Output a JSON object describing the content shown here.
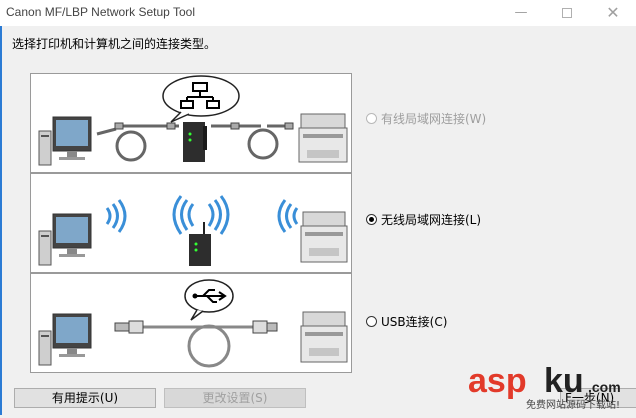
{
  "window": {
    "title": "Canon MF/LBP Network Setup Tool",
    "minimize_glyph": "—",
    "close_glyph": "✕"
  },
  "instruction": "选择打印机和计算机之间的连接类型。",
  "options": [
    {
      "label": "有线局域网连接(W)",
      "selected": false,
      "disabled": true
    },
    {
      "label": "无线局域网连接(L)",
      "selected": true,
      "disabled": false
    },
    {
      "label": "USB连接(C)",
      "selected": false,
      "disabled": false
    }
  ],
  "buttons": {
    "tips": "有用提示(U)",
    "settings": "更改设置(S)",
    "next_partial": "F一步(N)"
  },
  "watermark": {
    "brand_a": "asp",
    "brand_b": "ku",
    "brand_c": ".com",
    "tagline": "免费网站源码下载站!"
  },
  "colors": {
    "wave_blue": "#3a8fd8",
    "watermark_red": "#e23a2a",
    "selected_dot": "#000000"
  },
  "icons": {
    "network": "network-hub-icon",
    "usb": "usb-icon",
    "wifi": "wifi-waves-icon"
  }
}
